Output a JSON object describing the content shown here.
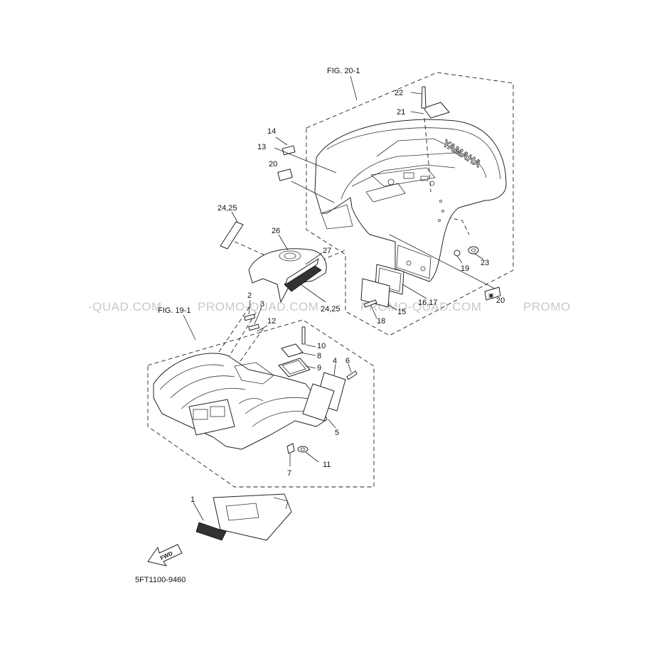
{
  "diagram": {
    "figure_labels": {
      "fig_20_1": "FIG. 20-1",
      "fig_19_1": "FIG. 19-1"
    },
    "part_code": "5FT1100-9460",
    "watermark": {
      "t1": "-QUAD.COM",
      "t2": "PROMO-QUAD.COM",
      "t3": "PROMO-QUAD.COM",
      "t4": "PROMO"
    },
    "callouts": {
      "c1": "1",
      "c2": "2",
      "c3": "3",
      "c4": "4",
      "c5": "5",
      "c6": "6",
      "c7": "7",
      "c8": "8",
      "c9": "9",
      "c10": "10",
      "c11": "11",
      "c12": "12",
      "c13": "13",
      "c14": "14",
      "c15": "15",
      "c16_17": "16,17",
      "c18": "18",
      "c19": "19",
      "c20a": "20",
      "c20b": "20",
      "c21": "21",
      "c22": "22",
      "c23": "23",
      "c24_25a": "24,25",
      "c24_25b": "24,25",
      "c26": "26",
      "c27": "27"
    },
    "arrow_text": "FWD",
    "emblem_text": "YAMAHA"
  }
}
